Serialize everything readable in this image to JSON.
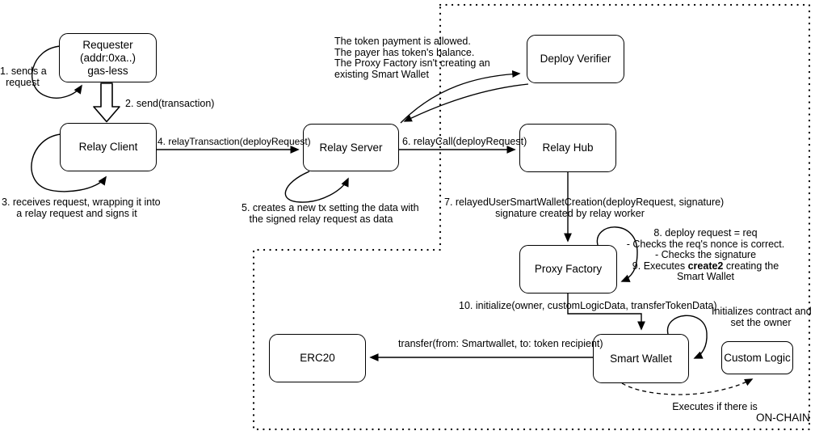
{
  "diagram": {
    "title": "relayed smart wallet creation flow",
    "on_chain_label": "ON-CHAIN",
    "colors": {
      "stroke": "#000000",
      "background": "#ffffff"
    },
    "nodes": {
      "requester": {
        "line1": "Requester",
        "line2": "(addr:0xa..)",
        "line3": "gas-less"
      },
      "relay_client": {
        "label": "Relay Client"
      },
      "relay_server": {
        "label": "Relay Server"
      },
      "deploy_verifier": {
        "label": "Deploy Verifier"
      },
      "relay_hub": {
        "label": "Relay Hub"
      },
      "proxy_factory": {
        "label": "Proxy Factory"
      },
      "smart_wallet": {
        "label": "Smart Wallet"
      },
      "custom_logic": {
        "label": "Custom Logic"
      },
      "erc20": {
        "label": "ERC20"
      }
    },
    "annotations": {
      "step1": {
        "line1": "1. sends a",
        "line2": "request"
      },
      "step2": {
        "label": "2. send(transaction)"
      },
      "step3": {
        "line1": "3. receives request, wrapping it into",
        "line2": "a relay request and signs it"
      },
      "step4": {
        "label": "4. relayTransaction(deployRequest)"
      },
      "step5": {
        "line1": "5. creates a new tx setting the data with",
        "line2": "the signed relay request as data"
      },
      "step6": {
        "label": "6. relayCall(deployRequest)"
      },
      "step7": {
        "line1": "7. relayedUserSmartWalletCreation(deployRequest, signature)",
        "line2": "signature created by relay worker"
      },
      "step8_9": {
        "line1": "8. deploy request = req",
        "line2": "- Checks the req's nonce is correct.",
        "line3": "- Checks the signature",
        "line4_pre": "9. Executes ",
        "line4_bold": "create2",
        "line4_post": " creating the",
        "line5": "Smart Wallet"
      },
      "step10": {
        "label": "10. initialize(owner, customLogicData, transferTokenData)"
      },
      "verifier_checks": {
        "line1": "The token payment is allowed.",
        "line2": "The payer has token's balance.",
        "line3": "The Proxy Factory isn't creating an",
        "line4": "existing Smart Wallet"
      },
      "init_note": {
        "line1": "Initializes contract and",
        "line2": "set the owner"
      },
      "transfer_label": {
        "label": "transfer(from: Smartwallet, to: token recipient)"
      },
      "executes_note": {
        "label": "Executes if there is"
      }
    }
  }
}
